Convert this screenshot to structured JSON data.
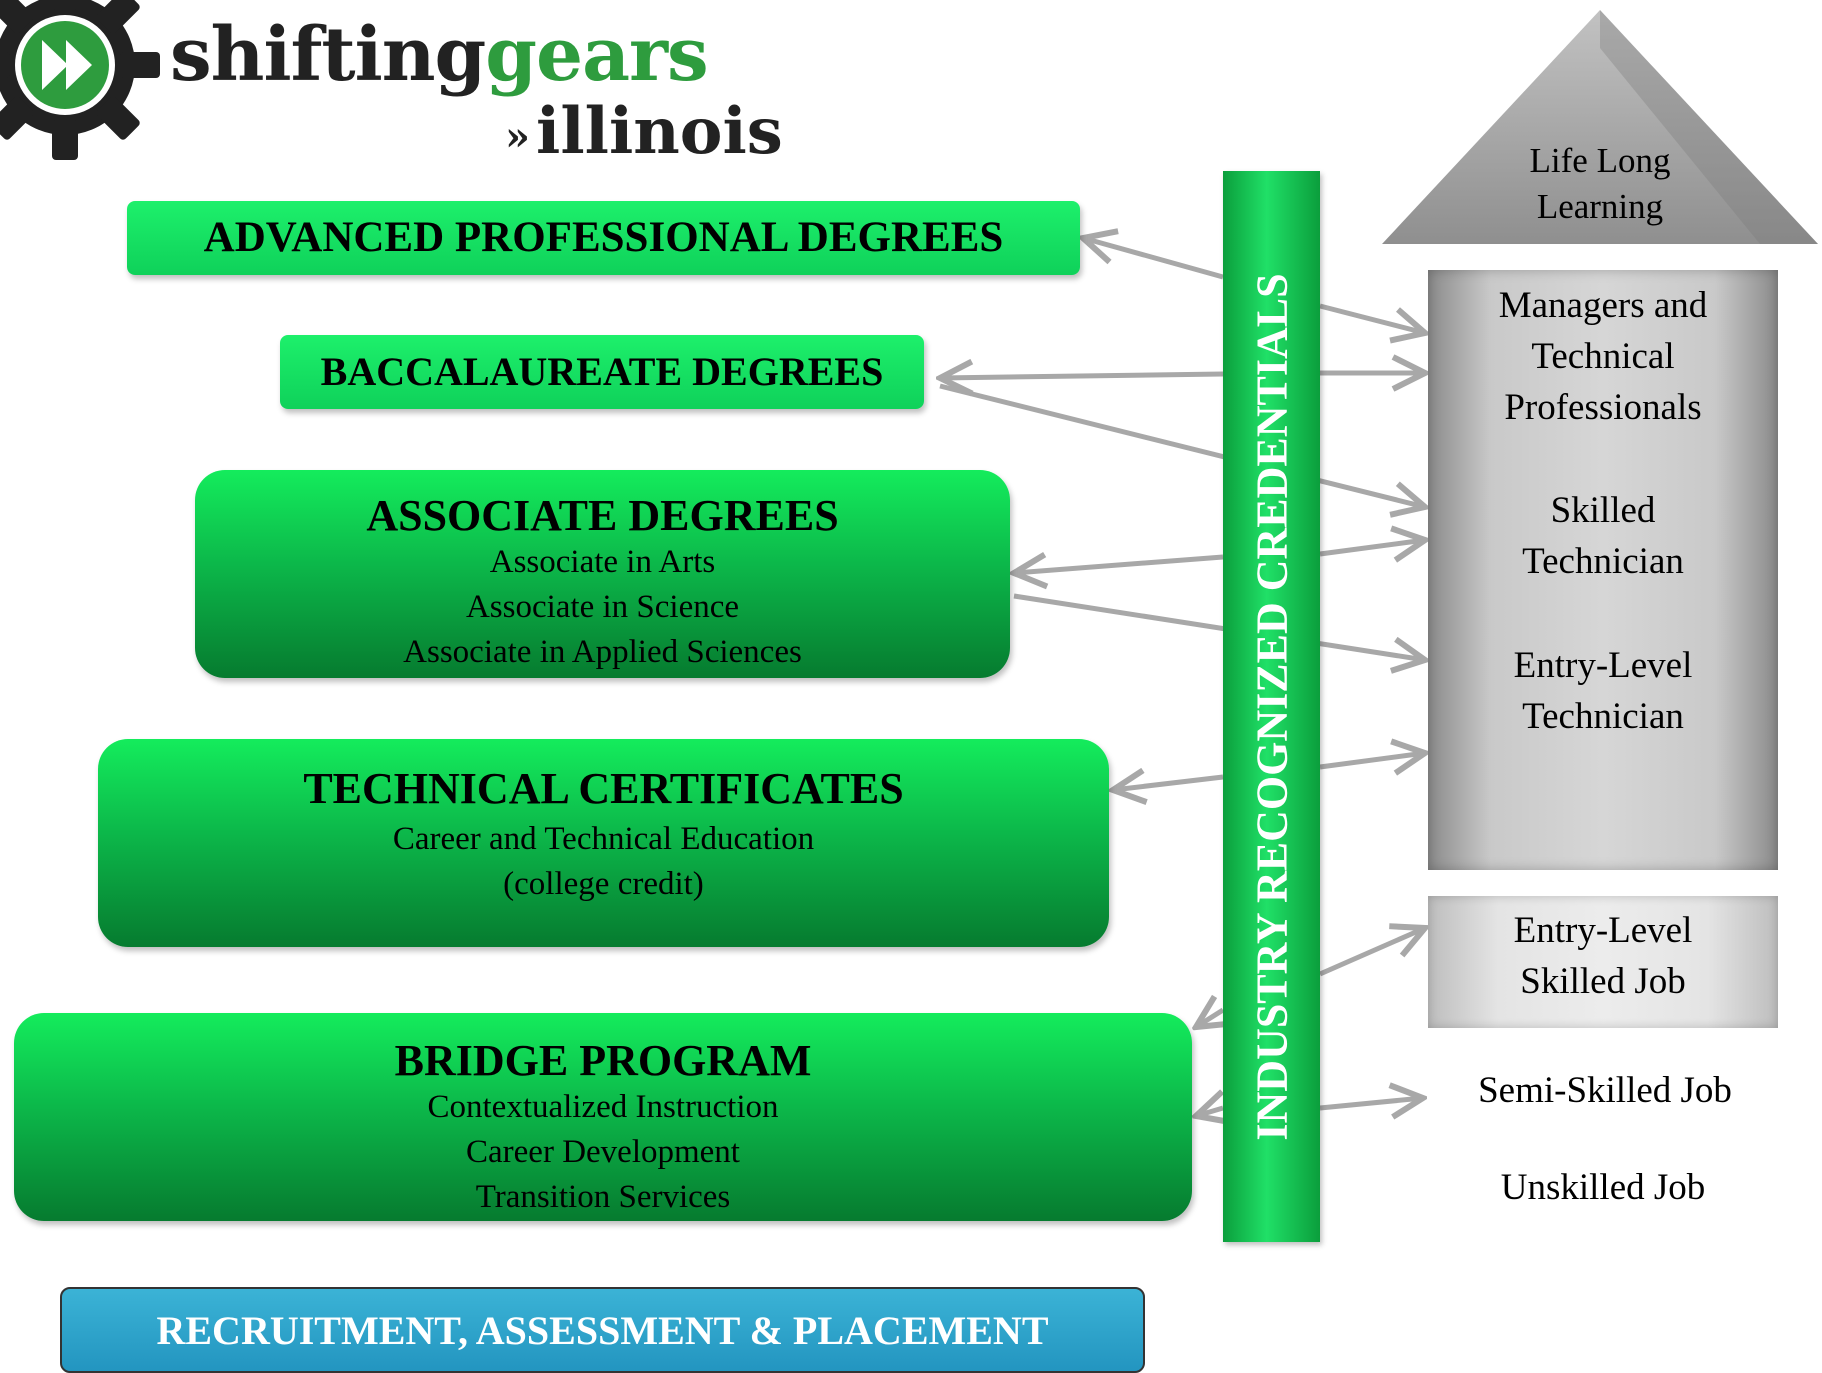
{
  "logo": {
    "word1": "shifting",
    "word2": "gears",
    "word3": "illinois",
    "chevron": "»",
    "icon": "gear-play-icon"
  },
  "education_levels": {
    "advanced": {
      "title": "ADVANCED PROFESSIONAL DEGREES"
    },
    "baccalaureate": {
      "title": "BACCALAUREATE DEGREES"
    },
    "associate": {
      "title": "ASSOCIATE DEGREES",
      "lines": [
        "Associate in Arts",
        "Associate in Science",
        "Associate in Applied Sciences"
      ]
    },
    "technical": {
      "title": "TECHNICAL CERTIFICATES",
      "lines": [
        "Career and Technical Education",
        "(college credit)"
      ]
    },
    "bridge": {
      "title": "BRIDGE PROGRAM",
      "lines": [
        "Contextualized Instruction",
        "Career Development",
        "Transition Services"
      ]
    }
  },
  "credentials_bar": {
    "label": "INDUSTRY RECOGNIZED CREDENTIALS"
  },
  "career_levels": {
    "lifelong": [
      "Life Long",
      "Learning"
    ],
    "managers": [
      "Managers and",
      "Technical",
      "Professionals"
    ],
    "skilled_tech": [
      "Skilled",
      "Technician"
    ],
    "entry_tech": [
      "Entry-Level",
      "Technician"
    ],
    "entry_skilled_job": [
      "Entry-Level",
      "Skilled Job"
    ],
    "semi_skilled": "Semi-Skilled Job",
    "unskilled": "Unskilled Job"
  },
  "recruitment": {
    "label": "RECRUITMENT, ASSESSMENT & PLACEMENT"
  },
  "colors": {
    "green_light": "#1df06b",
    "green_dark": "#067b2f",
    "gray": "#c9c9c9",
    "blue": "#2a9fc9",
    "arrow": "#a8a8a8"
  }
}
